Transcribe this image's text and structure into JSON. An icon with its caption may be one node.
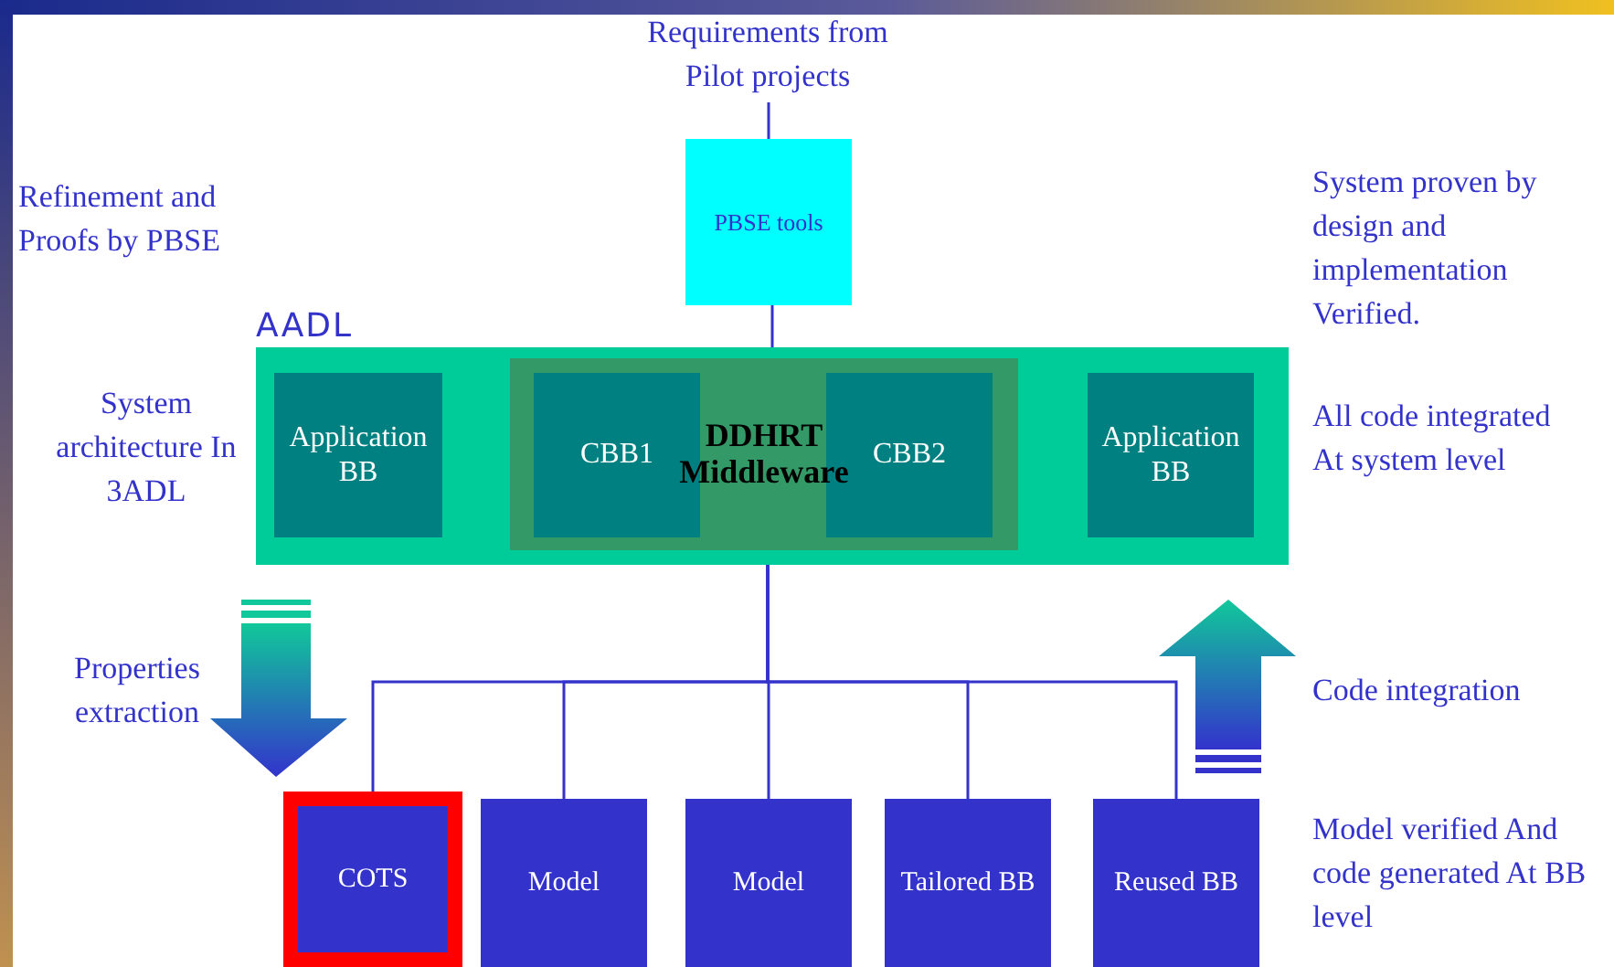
{
  "diagram": {
    "nodes": [
      {
        "text": [
          "Requirements from Pilot projects"
        ]
      },
      {
        "text": [
          "PBSE tools"
        ]
      },
      {
        "text": [
          "AADL"
        ]
      },
      {
        "text": [
          "Application BB"
        ],
        "in": 2
      },
      {
        "text": [
          "DDHRT Middleware"
        ],
        "in": 2
      },
      {
        "text": [
          "CBB1"
        ],
        "in": 4
      },
      {
        "text": [
          "CBB2"
        ],
        "in": 4
      },
      {
        "text": [
          "Application BB"
        ],
        "in": 2
      },
      {
        "text": [
          "COTS"
        ]
      },
      {
        "text": [
          "Model"
        ]
      },
      {
        "text": [
          "Model"
        ]
      },
      {
        "text": [
          "Tailored BB"
        ]
      },
      {
        "text": [
          "Reused BB"
        ]
      }
    ],
    "edges": [
      {
        "from": 0,
        "to": 1,
        "arrow": "none"
      },
      {
        "from": 1,
        "to": 2,
        "arrow": "none"
      },
      {
        "from": 2,
        "to": 8,
        "arrow": "none"
      },
      {
        "from": 2,
        "to": 9,
        "arrow": "none"
      },
      {
        "from": 2,
        "to": 10,
        "arrow": "none"
      },
      {
        "from": 2,
        "to": 11,
        "arrow": "none"
      },
      {
        "from": 2,
        "to": 12,
        "arrow": "none"
      }
    ],
    "labels": [
      "Refinement and Proofs by PBSE",
      "System proven by design and implementation Verified.",
      "System architecture In 3ADL",
      "All code integrated At system level",
      "Properties extraction",
      "Code integration",
      "Model verified And code generated At BB level"
    ]
  }
}
